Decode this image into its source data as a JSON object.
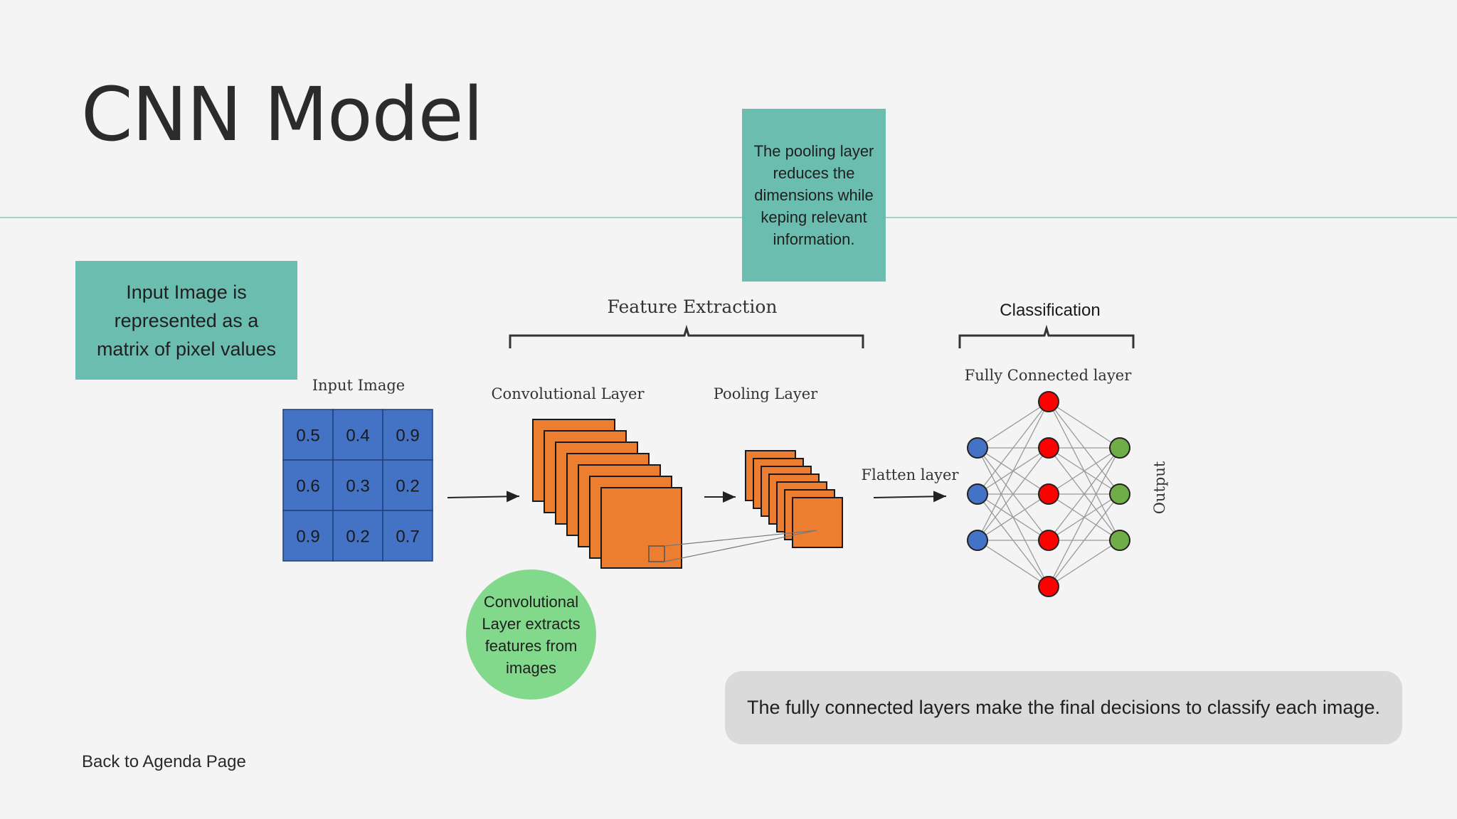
{
  "slide": {
    "title": "CNN Model",
    "back_link": "Back to Agenda Page"
  },
  "notes": {
    "input": "Input Image is represented as a matrix of pixel values",
    "pooling": "The pooling layer reduces the dimensions while keping relevant information.",
    "convolutional": "Convolutional Layer extracts features from images",
    "fully_connected": "The fully connected layers make the final decisions to classify each image."
  },
  "diagram": {
    "input_label": "Input Image",
    "matrix": [
      [
        "0.5",
        "0.4",
        "0.9"
      ],
      [
        "0.6",
        "0.3",
        "0.2"
      ],
      [
        "0.9",
        "0.2",
        "0.7"
      ]
    ],
    "conv_label": "Convolutional Layer",
    "pool_label": "Pooling Layer",
    "feature_extraction_label": "Feature Extraction",
    "classification_label": "Classification",
    "flatten_label": "Flatten layer",
    "fc_label": "Fully Connected layer",
    "output_label": "Output",
    "colors": {
      "matrix": "#4472c4",
      "feature_map": "#ed7d31",
      "input_node": "#4472c4",
      "hidden_node": "#ff0000",
      "output_node": "#70ad47"
    },
    "network": {
      "input_nodes": 3,
      "hidden_nodes": 5,
      "output_nodes": 3
    }
  }
}
